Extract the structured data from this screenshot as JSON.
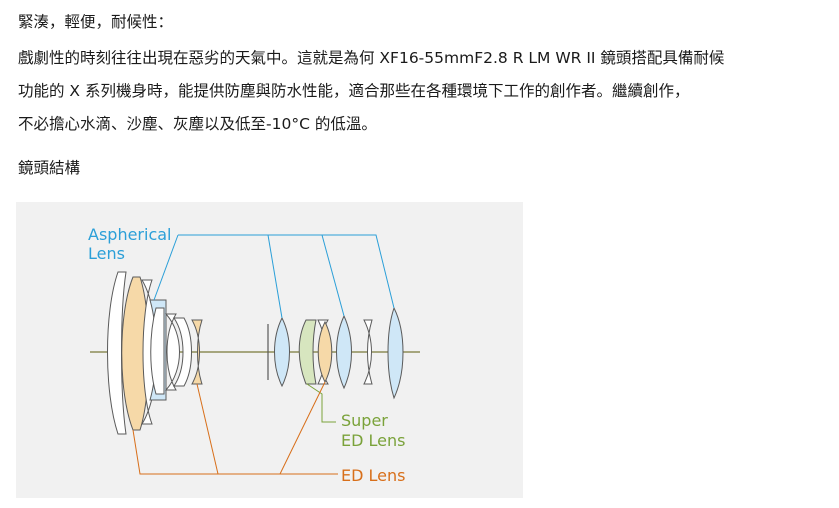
{
  "text": {
    "heading1": "緊湊，輕便，耐候性：",
    "para_line1": "戲劇性的時刻往往出現在惡劣的天氣中。這就是為何 XF16-55mmF2.8 R LM WR II  鏡頭搭配具備耐候",
    "para_line2": "功能的 X 系列機身時，能提供防塵與防水性能，適合那些在各種環境下工作的創作者。繼續創作，",
    "para_line3": "不必擔心水滴、沙塵、灰塵以及低至-10°C 的低溫。",
    "heading2": "鏡頭結構"
  },
  "figure": {
    "labels": {
      "aspherical_line1": "Aspherical",
      "aspherical_line2": "Lens",
      "super_line1": "Super",
      "super_line2": "ED Lens",
      "ed": "ED Lens"
    },
    "colors": {
      "background": "#f1f1f1",
      "aspherical": "#2b9fd8",
      "aspherical_fill": "#cfe7f7",
      "super_ed": "#7aa23a",
      "super_ed_fill": "#d7e6bf",
      "ed": "#d86f1a",
      "ed_fill": "#f6d9a8",
      "axis": "#7a7a3a",
      "outline": "#5a5a5a"
    }
  }
}
